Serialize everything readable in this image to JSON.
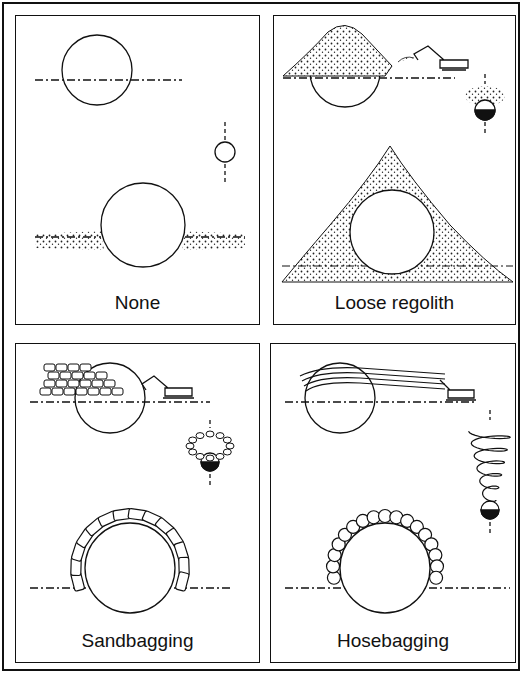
{
  "diagram": {
    "nodes": [
      {
        "text": [
          "None"
        ]
      },
      {
        "text": [
          "Loose regolith"
        ]
      },
      {
        "text": [
          "Sandbagging"
        ]
      },
      {
        "text": [
          "Hosebagging"
        ]
      }
    ]
  }
}
